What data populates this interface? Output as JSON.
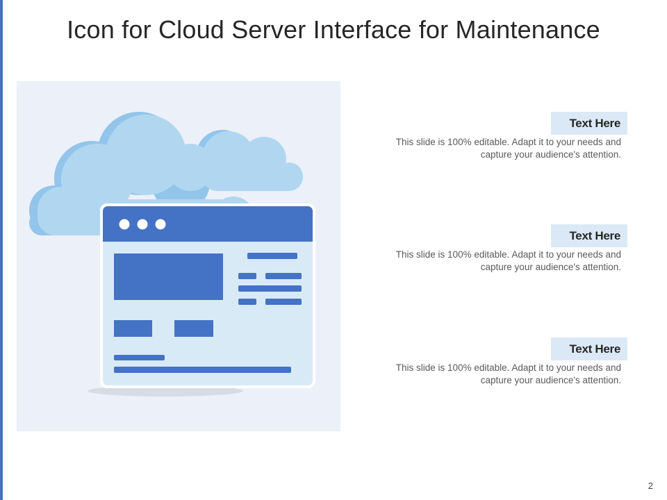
{
  "slide": {
    "title": "Icon for Cloud Server Interface for Maintenance",
    "page_number": "2"
  },
  "illustration": {
    "icon": "cloud-server-browser-icon",
    "colors": {
      "panel_bg": "#ecf0f9",
      "cloud_light": "#b1d7f0",
      "cloud_shadow": "#93c5eb",
      "window_blue": "#4472c4",
      "window_body": "#d9eaf7"
    }
  },
  "text_blocks": [
    {
      "heading": "Text Here",
      "body": "This slide is 100% editable. Adapt it to your needs and capture your audience's attention."
    },
    {
      "heading": "Text Here",
      "body": "This slide is 100% editable. Adapt it to your needs and capture your audience's attention."
    },
    {
      "heading": "Text Here",
      "body": "This slide is 100% editable. Adapt it to your needs and capture your audience's attention."
    }
  ],
  "accent_color": "#4472c4"
}
